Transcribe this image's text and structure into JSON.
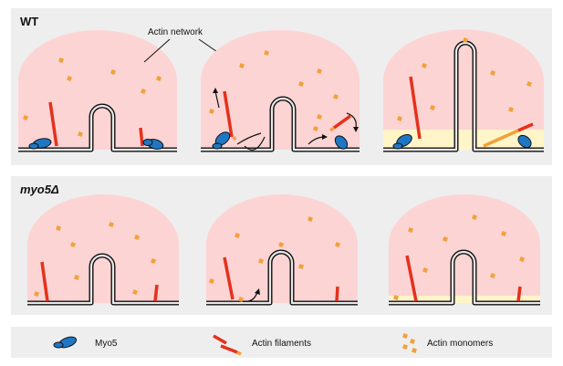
{
  "rows": [
    {
      "label": "WT",
      "panels": [
        "wt-1",
        "wt-2",
        "wt-3"
      ]
    },
    {
      "label": "myo5Δ",
      "panels": [
        "myo5-1",
        "myo5-2",
        "myo5-3"
      ]
    }
  ],
  "annotation": "Actin network",
  "legend": {
    "myo5": "Myo5",
    "filaments": "Actin filaments",
    "monomers": "Actin monomers"
  },
  "colors": {
    "row_bg": "#eeeeee",
    "cytoplasm": "#fdd4d4",
    "membrane_fill": "#e9e9e9",
    "membrane_stroke": "#111111",
    "myo5": "#1f77c4",
    "filament": "#e5311d",
    "monomer": "#f2a03a",
    "pool": "#fff5c8"
  }
}
